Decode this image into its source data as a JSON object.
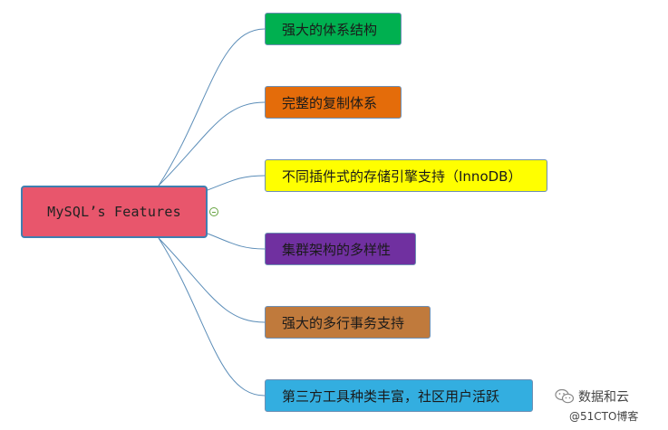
{
  "mindmap": {
    "root": {
      "label": "MySQL’s Features",
      "color": "#e8566c"
    },
    "branches": [
      {
        "label": "强大的体系结构",
        "color": "#00b050",
        "text_color": "#1a1a1a"
      },
      {
        "label": "完整的复制体系",
        "color": "#e46c0a",
        "text_color": "#1a1a1a"
      },
      {
        "label": "不同插件式的存储引擎支持（InnoDB）",
        "color": "#ffff00",
        "text_color": "#1a1a1a"
      },
      {
        "label": "集群架构的多样性",
        "color": "#7030a0",
        "text_color": "#1a1a1a"
      },
      {
        "label": "强大的多行事务支持",
        "color": "#c07a3c",
        "text_color": "#1a1a1a"
      },
      {
        "label": "第三方工具种类丰富，社区用户活跃",
        "color": "#33aee0",
        "text_color": "#1a1a1a"
      }
    ],
    "connector_color": "#5b8db8",
    "toggle_icon": "collapse-minus-icon"
  },
  "watermark": {
    "name": "数据和云",
    "source": "@51CTO博客",
    "icon": "wechat-icon"
  }
}
